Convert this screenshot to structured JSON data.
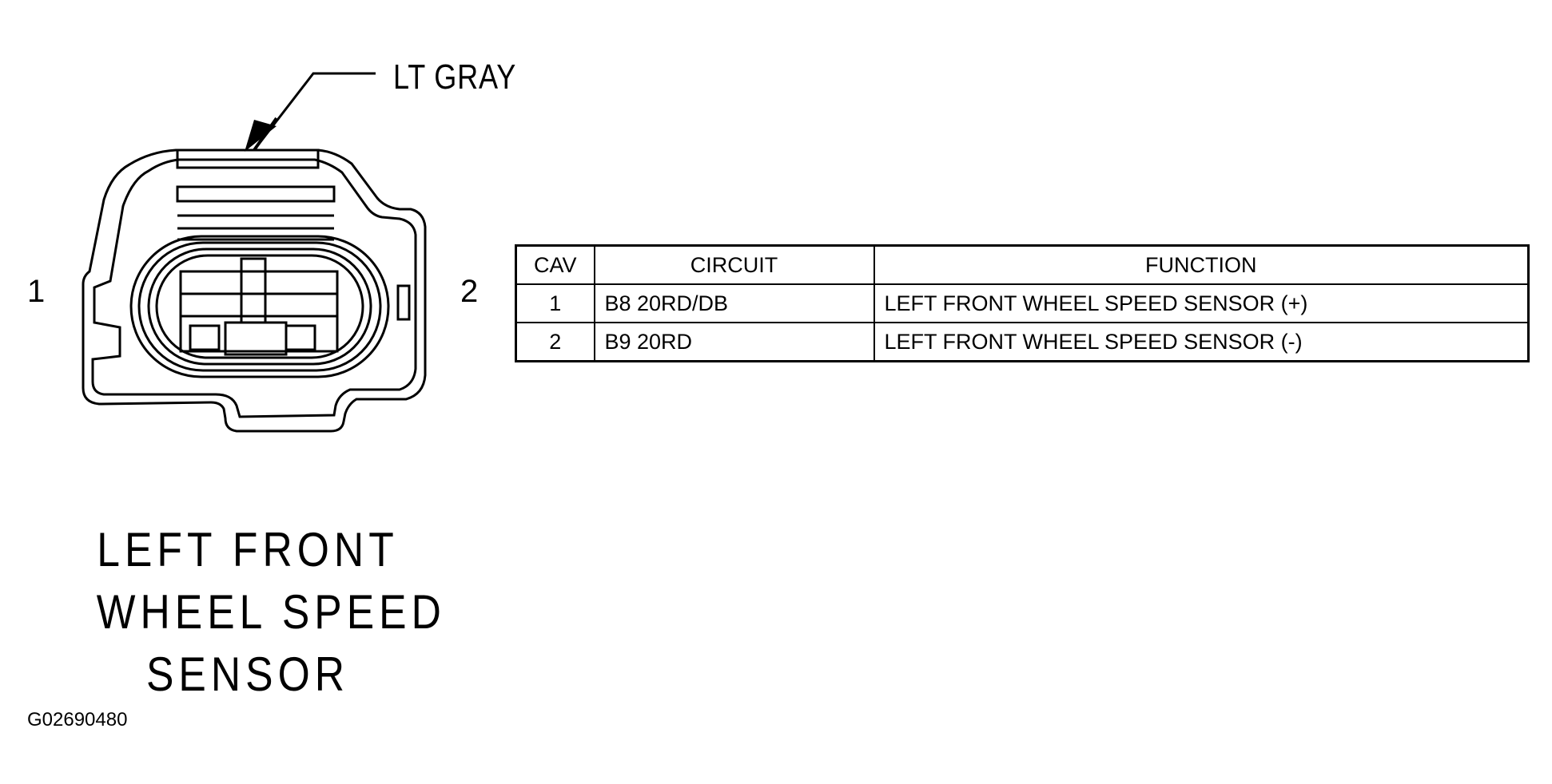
{
  "connector": {
    "color_label": "LT GRAY",
    "pin_left": "1",
    "pin_right": "2",
    "name_lines": [
      "LEFT FRONT",
      "WHEEL SPEED",
      "SENSOR"
    ]
  },
  "table": {
    "headers": [
      "CAV",
      "CIRCUIT",
      "FUNCTION"
    ],
    "rows": [
      {
        "cav": "1",
        "circuit": "B8 20RD/DB",
        "function": "LEFT FRONT WHEEL SPEED SENSOR (+)"
      },
      {
        "cav": "2",
        "circuit": "B9 20RD",
        "function": "LEFT FRONT WHEEL SPEED SENSOR (-)"
      }
    ]
  },
  "figure_id": "G02690480"
}
